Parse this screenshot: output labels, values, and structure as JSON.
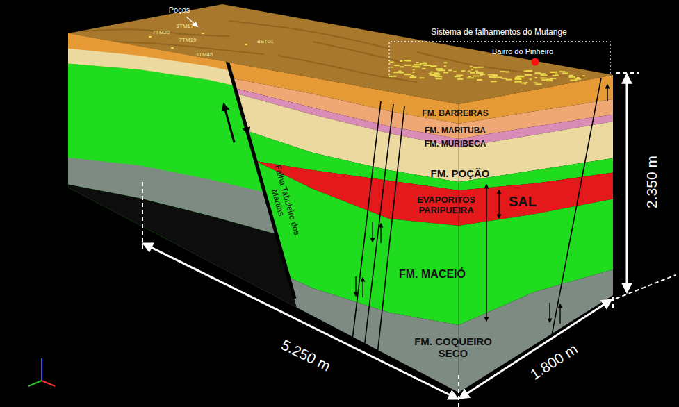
{
  "diagram": {
    "labels": [
      "Poços",
      "3TM17",
      "7TM20",
      "7TM19",
      "8ST01",
      "3TM45",
      "Sistema de falhamentos do Mutange",
      "Bairro do Pinheiro",
      "FM. BARREIRAS",
      "FM. MARITUBA",
      "FM. MURIBECA",
      "FM. POÇÃO",
      "EVAPORITOS PARIPUEIRA",
      "SAL",
      "FM. MACEIÓ",
      "FM. COQUEIRO SECO",
      "Falha Tabuleiro dos Martins",
      "5.250 m",
      "1.800 m",
      "2.350 m"
    ]
  }
}
